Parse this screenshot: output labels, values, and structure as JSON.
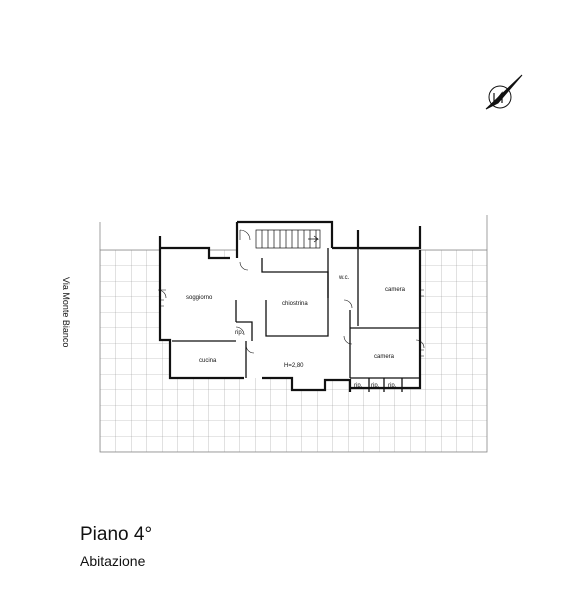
{
  "plan": {
    "street": "Via Monte Bianco",
    "rooms": {
      "soggiorno": "soggiorno",
      "cucina": "cucina",
      "ripostiglio_small": "rip.",
      "disimpegno_height": "H=2,80",
      "chiostrina": "chiostrina",
      "wc": "w.c.",
      "camera_1": "camera",
      "camera_2": "camera",
      "rip_1": "rip.",
      "rip_2": "rip.",
      "rip_3": "rip."
    }
  },
  "caption": {
    "title": "Piano 4°",
    "subtitle": "Abitazione"
  },
  "icons": {
    "compass": "north-arrow-icon"
  }
}
